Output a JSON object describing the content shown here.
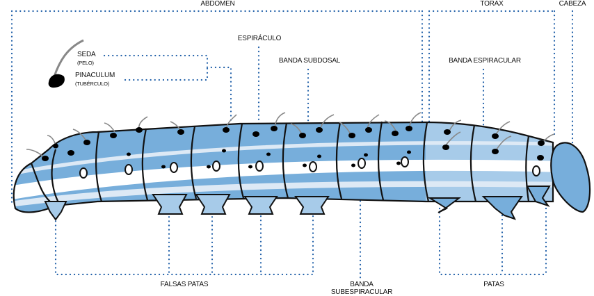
{
  "labels": {
    "abdomen": "ABDOMEN",
    "torax": "TORAX",
    "cabeza": "CABEZA",
    "espiraculo": "ESPIRÁCULO",
    "banda_subdosal": "BANDA SUBDOSAL",
    "banda_espiracular": "BANDA ESPIRACULAR",
    "seda": "SEDA",
    "seda_sub": "(PELO)",
    "pinaculum": "PINACULUM",
    "pinaculum_sub": "(TUBÉRCULO)",
    "falsas_patas": "FALSAS PATAS",
    "banda_subespiracular_1": "BANDA",
    "banda_subespiracular_2": "SUBESPIRACULAR",
    "patas": "PATAS"
  },
  "colors": {
    "dark_blue": "#77aedb",
    "light_blue": "#a7cbe9",
    "pale_blue": "#dde9f5",
    "leader_dots": "#1f5fa8",
    "outline": "#111111"
  }
}
